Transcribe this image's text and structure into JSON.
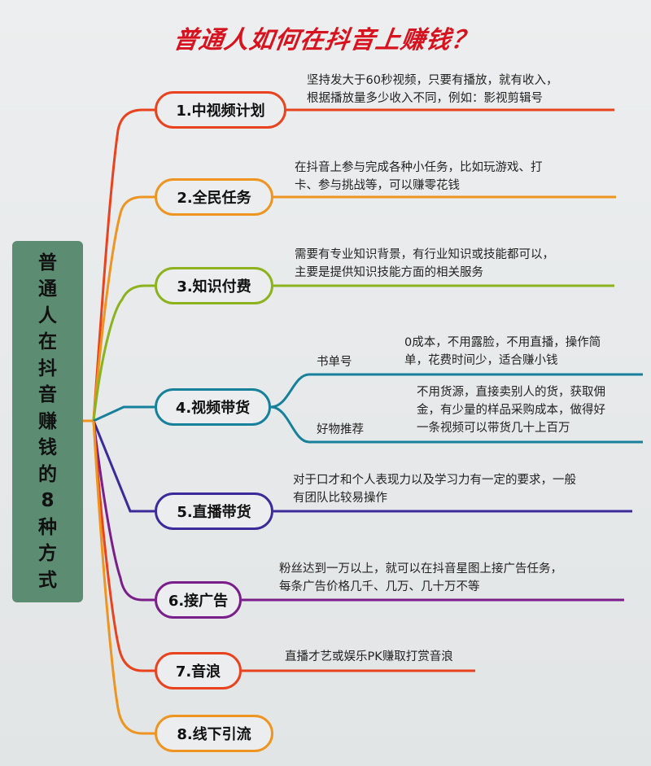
{
  "title": "普通人如何在抖音上赚钱？",
  "root": {
    "chars": [
      "普",
      "通",
      "人",
      "在",
      "抖",
      "音",
      "赚",
      "钱",
      "的",
      "8",
      "种",
      "方",
      "式"
    ],
    "text": "普通人在抖音赚钱的8种方式",
    "color": "#5c8c72"
  },
  "branches": [
    {
      "label": "1.中视频计划",
      "color": "#e8431e",
      "desc": [
        "坚持发大于60秒视频，只要有播放，就有收入，",
        "根据播放量多少收入不同，例如：影视剪辑号"
      ]
    },
    {
      "label": "2.全民任务",
      "color": "#ee9420",
      "desc": [
        "在抖音上参与完成各种小任务，比如玩游戏、打",
        "卡、参与挑战等，可以赚零花钱"
      ]
    },
    {
      "label": "3.知识付费",
      "color": "#8cb21e",
      "desc": [
        "需要有专业知识背景，有行业知识或技能都可以，",
        "主要是提供知识技能方面的相关服务"
      ]
    },
    {
      "label": "4.视频带货",
      "color": "#17809a",
      "children": [
        {
          "label": "书单号",
          "desc": [
            "0成本，不用露脸，不用直播，操作简",
            "单，花费时间少，适合赚小钱"
          ]
        },
        {
          "label": "好物推荐",
          "desc": [
            "不用货源，直接卖别人的货，获取佣",
            "金，有少量的样品采购成本，做得好",
            "一条视频可以带货几十上百万"
          ]
        }
      ]
    },
    {
      "label": "5.直播带货",
      "color": "#3a2a9a",
      "desc": [
        "对于口才和个人表现力以及学习力有一定的要求，一般",
        "有团队比较易操作"
      ]
    },
    {
      "label": "6.接广告",
      "color": "#7a1f8a",
      "desc": [
        "粉丝达到一万以上，就可以在抖音星图上接广告任务，",
        "每条广告价格几千、几万、几十万不等"
      ]
    },
    {
      "label": "7.音浪",
      "color": "#e8431e",
      "desc": [
        "直播才艺或娱乐PK赚取打赏音浪"
      ]
    },
    {
      "label": "8.线下引流",
      "color": "#ee9420"
    }
  ]
}
